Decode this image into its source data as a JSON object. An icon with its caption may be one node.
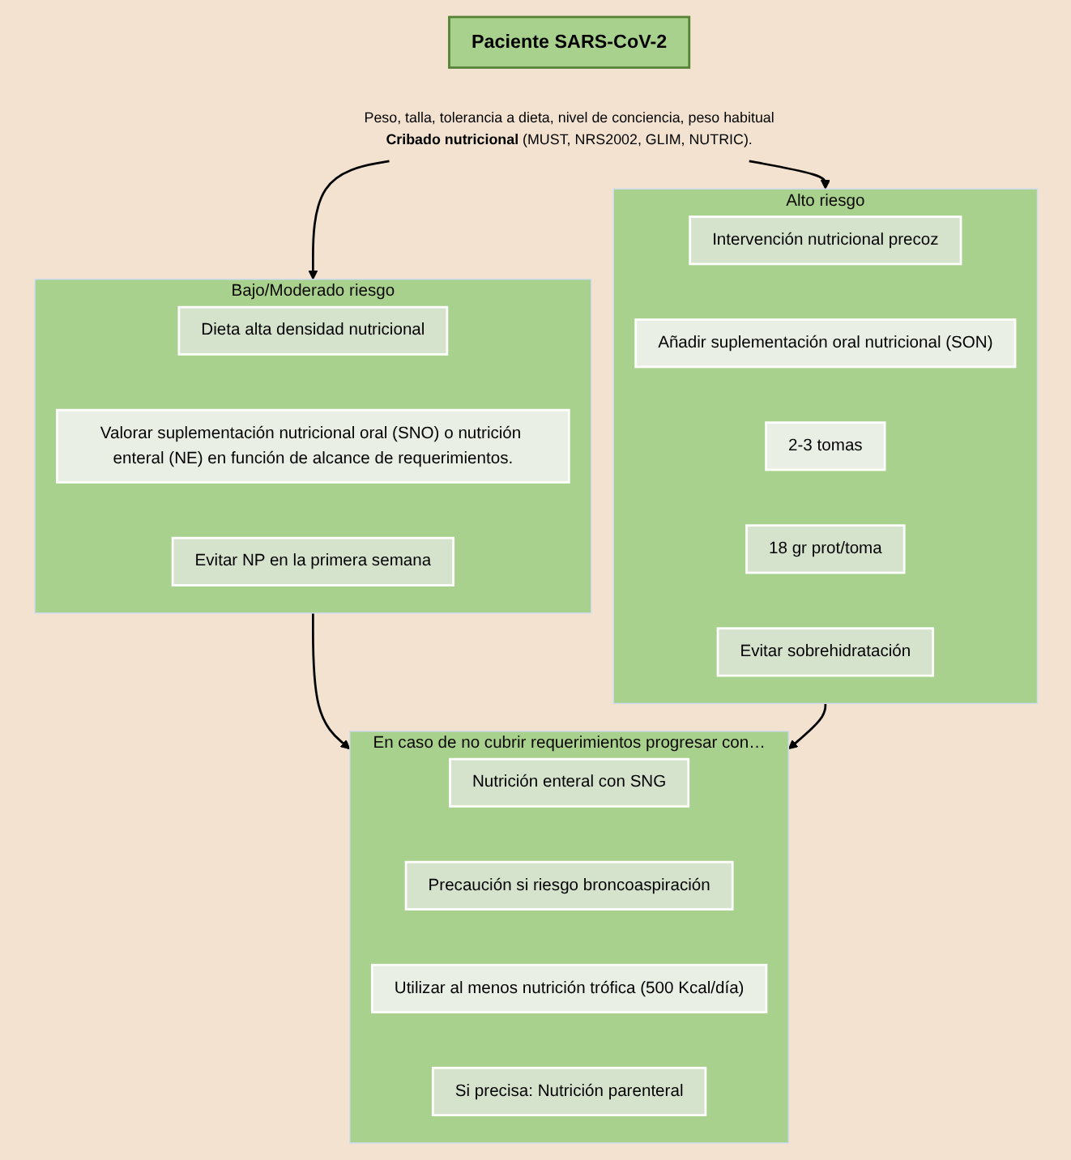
{
  "diagram": {
    "nodes": [
      {
        "text": [
          "Paciente SARS-CoV-2"
        ]
      },
      {
        "text": [
          "Peso, talla, tolerancia a dieta, nivel de conciencia, peso habitual",
          "**Cribado nutricional** (MUST, NRS2002, GLIM, NUTRIC)."
        ]
      },
      {
        "text": [
          "Bajo/Moderado riesgo"
        ]
      },
      {
        "text": [
          "Dieta alta densidad nutricional"
        ],
        "in": 2
      },
      {
        "text": [
          "Valorar suplementación nutricional oral (SNO) o nutrición enteral (NE) en función de alcance de requerimientos."
        ],
        "in": 2
      },
      {
        "text": [
          "Evitar NP en la primera semana"
        ],
        "in": 2
      },
      {
        "text": [
          "Alto riesgo"
        ]
      },
      {
        "text": [
          "Intervención nutricional precoz"
        ],
        "in": 6
      },
      {
        "text": [
          "Añadir suplementación oral nutricional (SON)"
        ],
        "in": 6
      },
      {
        "text": [
          "2-3 tomas"
        ],
        "in": 6
      },
      {
        "text": [
          "18 gr prot/toma"
        ],
        "in": 6
      },
      {
        "text": [
          "Evitar sobrehidratación"
        ],
        "in": 6
      },
      {
        "text": [
          "En caso de no cubrir requerimientos progresar con…"
        ]
      },
      {
        "text": [
          "Nutrición enteral con SNG"
        ],
        "in": 12
      },
      {
        "text": [
          "Precaución si riesgo broncoaspiración"
        ],
        "in": 12
      },
      {
        "text": [
          "Utilizar al menos nutrición trófica (500 Kcal/día)"
        ],
        "in": 12
      },
      {
        "text": [
          "Si precisa: Nutrición parenteral"
        ],
        "in": 12
      }
    ],
    "edges": [
      {
        "from": 1,
        "to": 2,
        "arrow": "to"
      },
      {
        "from": 1,
        "to": 6,
        "arrow": "to"
      },
      {
        "from": 2,
        "to": 12,
        "arrow": "to"
      },
      {
        "from": 6,
        "to": 12,
        "arrow": "to"
      }
    ]
  }
}
